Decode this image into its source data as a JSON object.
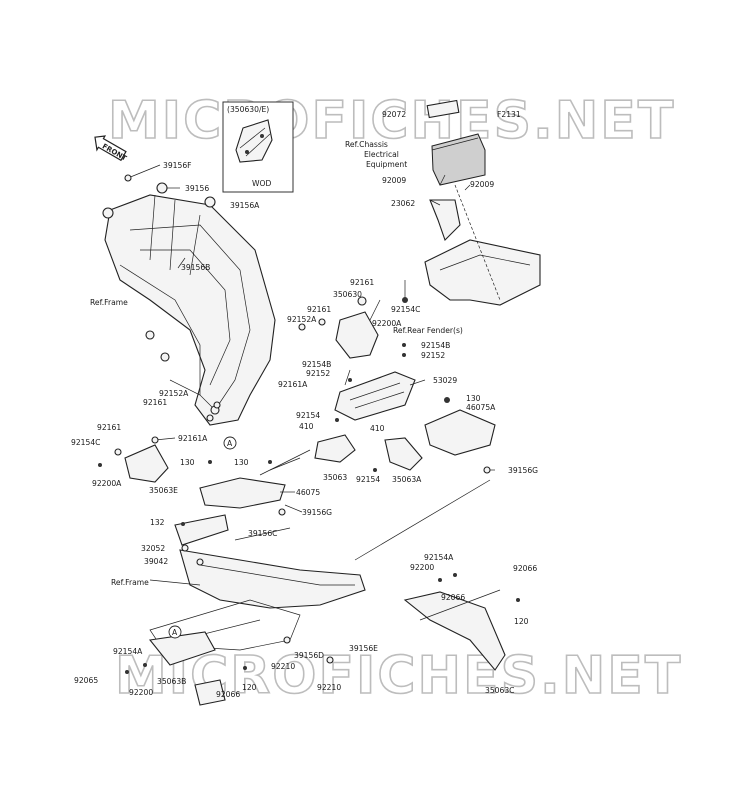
{
  "watermarks": [
    "MICROFICHES.NET",
    "MICROFICHES.NET"
  ],
  "figure_code": "F2131",
  "front_arrow": "FRONT",
  "inset": {
    "title": "(350630/E)",
    "tag": "WOD"
  },
  "ref_labels": {
    "frame_top": "Ref.Frame",
    "frame_bottom": "Ref.Frame",
    "chassis_line1": "Ref.Chassis",
    "chassis_line2": "Electrical",
    "chassis_line3": "Equipment",
    "rear_fender": "Ref.Rear Fender(s)"
  },
  "callout_a": "A",
  "part_labels": [
    "39156F",
    "39156",
    "39156A",
    "39156B",
    "92072",
    "92009",
    "92009",
    "23062",
    "92161",
    "92161",
    "350630",
    "92152A",
    "92154C",
    "92200A",
    "92154B",
    "92152",
    "92154B",
    "92152",
    "92161A",
    "53029",
    "92152A",
    "92161",
    "92161A",
    "92161",
    "92154C",
    "92200A",
    "35063E",
    "130",
    "46075A",
    "92154",
    "410",
    "410",
    "130",
    "130",
    "35063",
    "92154",
    "35063A",
    "39156G",
    "46075",
    "39156G",
    "132",
    "39156C",
    "32052",
    "39042",
    "92154A",
    "92200",
    "92066",
    "92066",
    "120",
    "92154A",
    "92065",
    "92200",
    "35063B",
    "39156D",
    "92210",
    "39156E",
    "92210",
    "92066",
    "120",
    "35063C"
  ]
}
